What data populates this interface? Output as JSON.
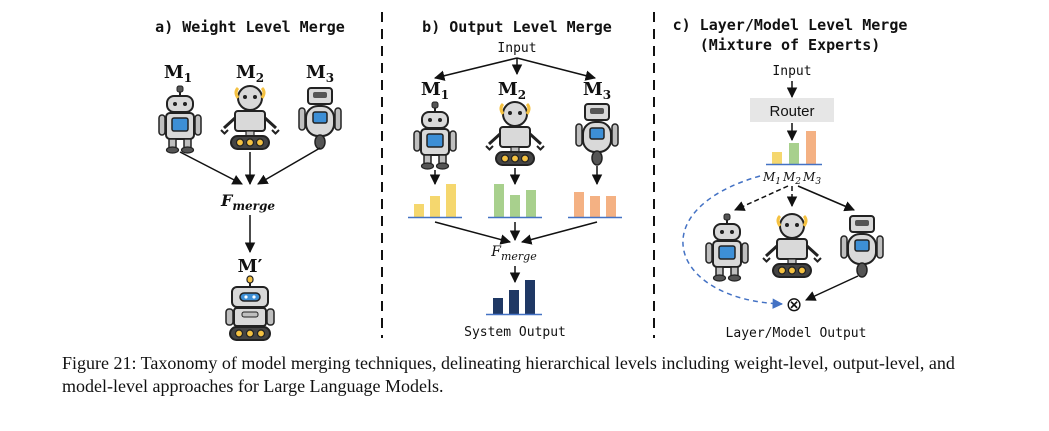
{
  "panels": {
    "a": {
      "title": "a) Weight Level Merge",
      "models": [
        {
          "base": "M",
          "sub": "1"
        },
        {
          "base": "M",
          "sub": "2"
        },
        {
          "base": "M",
          "sub": "3"
        }
      ],
      "merge_base": "F",
      "merge_sub": "merge",
      "result_label": "M′"
    },
    "b": {
      "title": "b) Output Level Merge",
      "input": "Input",
      "models": [
        {
          "base": "M",
          "sub": "1"
        },
        {
          "base": "M",
          "sub": "2"
        },
        {
          "base": "M",
          "sub": "3"
        }
      ],
      "merge_base": "F",
      "merge_sub": "merge",
      "output": "System Output"
    },
    "c": {
      "title_line1": "c) Layer/Model Level Merge",
      "title_line2": "(Mixture of Experts)",
      "input": "Input",
      "router": "Router",
      "gate_labels": [
        "M",
        "1",
        "M",
        "2",
        "M",
        "3"
      ],
      "output": "Layer/Model Output",
      "combine_symbol": "⊗"
    }
  },
  "colors": {
    "m1_bars": "#f5d76e",
    "m2_bars": "#a8d08d",
    "m3_bars": "#f4b183",
    "output_bars": "#1f3864",
    "robot_screen": "#3d8fd6",
    "robot_body": "#d9d9d9",
    "robot_accent": "#f5c242",
    "router_box": "#e6e6e6",
    "dashed_arrow": "#4472c4"
  },
  "caption": "Figure 21: Taxonomy of model merging techniques, delineating hierarchical levels including weight-level, output-level, and model-level approaches for Large Language Models."
}
